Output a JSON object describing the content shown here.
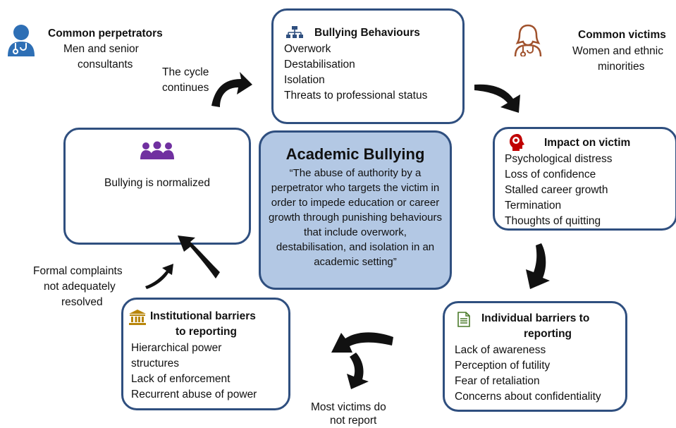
{
  "perpetrators": {
    "title": "Common perpetrators",
    "lines": [
      "Men and senior",
      "consultants"
    ]
  },
  "victims": {
    "title": "Common victims",
    "lines": [
      "Women and ethnic",
      "minorities"
    ]
  },
  "cycle_label": [
    "The cycle",
    "continues"
  ],
  "behaviours": {
    "title": "Bullying Behaviours",
    "items": [
      "Overwork",
      "Destabilisation",
      "Isolation",
      "Threats to professional status"
    ]
  },
  "impact": {
    "title": "Impact on victim",
    "items": [
      "Psychological distress",
      "Loss of confidence",
      "Stalled career growth",
      "Termination",
      "Thoughts of quitting"
    ]
  },
  "individual": {
    "title_lines": [
      "Individual barriers to",
      "reporting"
    ],
    "items": [
      "Lack of awareness",
      "Perception of futility",
      "Fear of retaliation",
      "Concerns about confidentiality"
    ]
  },
  "institutional": {
    "title_lines": [
      "Institutional barriers",
      "to reporting"
    ],
    "items": [
      "Hierarchical power",
      "structures",
      "Lack of enforcement",
      "Recurrent abuse of power"
    ]
  },
  "normalized": {
    "text": "Bullying is normalized"
  },
  "center": {
    "title": "Academic Bullying",
    "quote": "“The abuse of authority by a perpetrator who targets the victim in order to impede education or career growth  through punishing behaviours that include overwork, destabilisation, and isolation in an academic setting”"
  },
  "complaints_label": [
    "Formal complaints",
    "not adequately",
    "resolved"
  ],
  "not_report_label": [
    "Most victims do",
    "not report"
  ],
  "colors": {
    "box_border": "#2f4f7f",
    "center_fill": "#b3c8e4",
    "perpetrator_icon": "#2e6fb5",
    "victim_icon": "#a0522d",
    "group_icon": "#7030a0",
    "brain_icon": "#c00000",
    "doc_icon": "#4a7a2a",
    "institution_icon": "#b8860b"
  },
  "icons": [
    "doctor-icon",
    "nurse-icon",
    "org-chart-icon",
    "brain-head-icon",
    "document-icon",
    "institution-icon",
    "group-icon"
  ]
}
